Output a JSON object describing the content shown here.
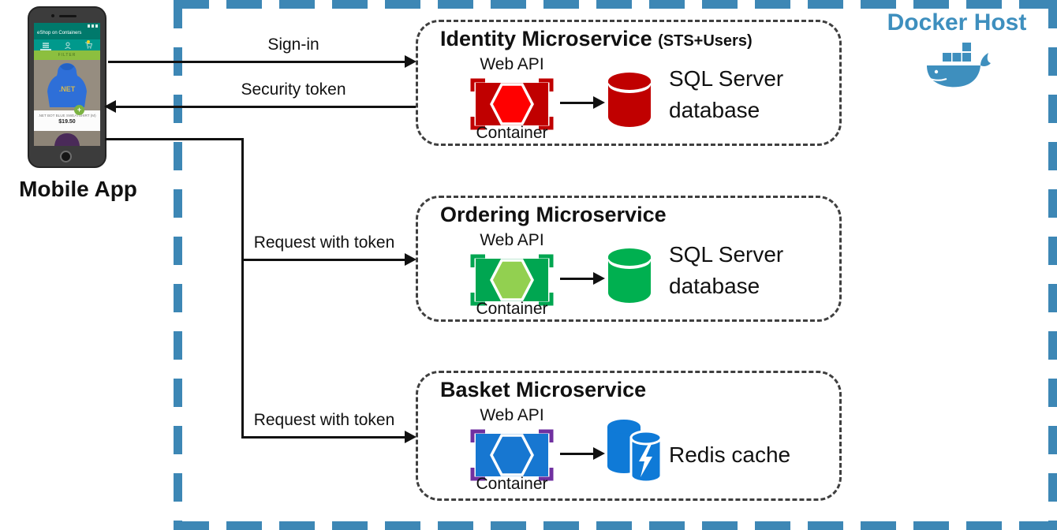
{
  "docker_host": {
    "label": "Docker Host",
    "accent_color": "#3E8FBE",
    "border_color": "#3D87B5"
  },
  "mobile_app": {
    "caption": "Mobile App",
    "phone": {
      "app_title": "eShop on Containers",
      "filter_label": "FILTER",
      "hoodie_text": ".NET",
      "product_name": ".NET BOT BLUE SWEATSHIRT (M)",
      "product_price": "$19.50",
      "plus_glyph": "+"
    }
  },
  "connections": {
    "sign_in": "Sign-in",
    "security_token": "Security token",
    "request_ordering": "Request with token",
    "request_basket": "Request with token"
  },
  "services": [
    {
      "title": "Identity Microservice",
      "title_suffix": "(STS+Users)",
      "api_label": "Web API",
      "container_label": "Container",
      "store_label_line1": "SQL Server",
      "store_label_line2": "database",
      "colors": {
        "box": "#C00000",
        "hexagon": "#FF0000",
        "bracket": "#C00000",
        "store": "#C00000"
      }
    },
    {
      "title": "Ordering Microservice",
      "title_suffix": "",
      "api_label": "Web API",
      "container_label": "Container",
      "store_label_line1": "SQL Server",
      "store_label_line2": "database",
      "colors": {
        "box": "#00A651",
        "hexagon": "#92D050",
        "bracket": "#00A651",
        "store": "#00B050"
      }
    },
    {
      "title": "Basket Microservice",
      "title_suffix": "",
      "api_label": "Web API",
      "container_label": "Container",
      "store_label_line1": "Redis cache",
      "store_label_line2": "",
      "colors": {
        "box": "#1777D1",
        "hexagon": "#1777D1",
        "bracket": "#7030A0",
        "store": "#0F7AD7"
      }
    }
  ]
}
